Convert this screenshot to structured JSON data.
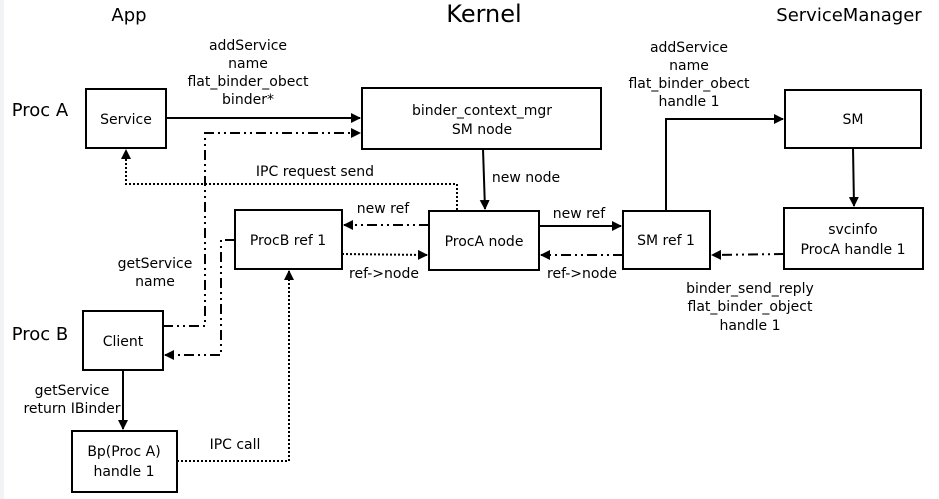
{
  "headers": {
    "app": "App",
    "kernel": "Kernel",
    "service_manager": "ServiceManager",
    "proc_a": "Proc A",
    "proc_b": "Proc B"
  },
  "nodes": {
    "service": "Service",
    "binder_context_mgr": "binder_context_mgr",
    "sm_node": "SM node",
    "sm": "SM",
    "procb_ref1": "ProcB ref 1",
    "proca_node": "ProcA node",
    "sm_ref1": "SM ref 1",
    "svcinfo": "svcinfo",
    "svcinfo_proca": "ProcA handle 1",
    "client": "Client",
    "bp_proca": "Bp(Proc A)",
    "bp_handle": "handle 1"
  },
  "labels": {
    "add_service_1": [
      "addService",
      "name",
      "flat_binder_obect",
      "binder*"
    ],
    "add_service_2": [
      "addService",
      "name",
      "flat_binder_obect",
      "handle 1"
    ],
    "ipc_request_send": "IPC request send",
    "new_node": "new node",
    "new_ref_left": "new ref",
    "new_ref_right": "new ref",
    "ref_node_left": "ref->node",
    "ref_node_right": "ref->node",
    "get_service_name": [
      "getService",
      "name"
    ],
    "binder_send_reply": [
      "binder_send_reply",
      "flat_binder_object",
      "handle 1"
    ],
    "get_service_return": [
      "getService",
      "return IBinder"
    ],
    "ipc_call": "IPC call"
  }
}
